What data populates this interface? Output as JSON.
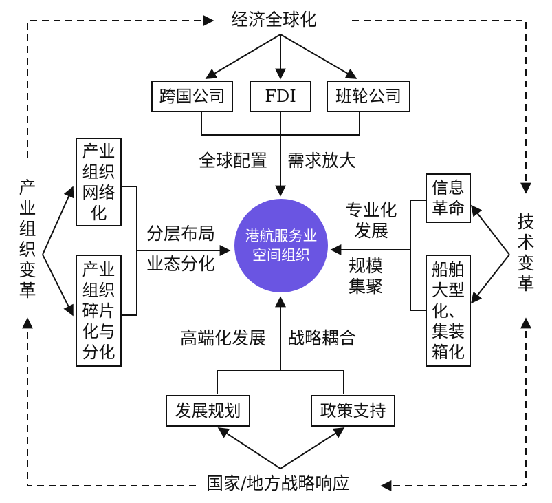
{
  "top": {
    "label": "经济全球化"
  },
  "bottom": {
    "label": "国家/地方战略响应"
  },
  "left": {
    "label": "产\n业\n组\n织\n变\n革"
  },
  "right": {
    "label": "技\n术\n变\n革"
  },
  "top_boxes": [
    "跨国公司",
    "FDI",
    "班轮公司"
  ],
  "top_labels": {
    "left": "全球配置",
    "right": "需求放大"
  },
  "left_boxes": [
    "产业\n组织\n网络\n化",
    "产业\n组织\n碎片\n化与\n分化"
  ],
  "left_labels": {
    "line1": "分层布局",
    "line2": "业态分化"
  },
  "right_boxes": [
    "信息\n革命",
    "船舶\n大型\n化、\n集装\n箱化"
  ],
  "right_labels": {
    "upper": "专业化\n发展",
    "lower": "规模\n集聚"
  },
  "bottom_boxes": [
    "发展规划",
    "政策支持"
  ],
  "bottom_labels": {
    "left": "高端化发展",
    "right": "战略耦合"
  },
  "center": {
    "label": "港航服务业\n空间组织",
    "color": "#6a55e2"
  }
}
